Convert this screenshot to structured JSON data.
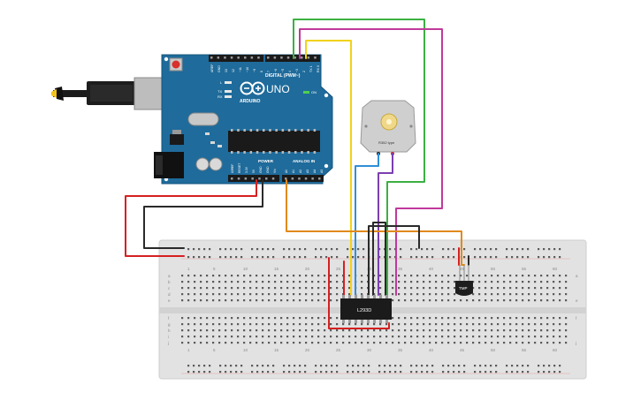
{
  "board": {
    "brand": "ARDUINO",
    "model": "UNO",
    "on_label": "ON",
    "l_label": "L",
    "tx_label": "TX",
    "rx_label": "RX",
    "digital_label": "DIGITAL (PWM~)",
    "power_label": "POWER",
    "analog_label": "ANALOG IN",
    "pin_labels_top": [
      "AREF",
      "GND",
      "13",
      "12",
      "~11",
      "~10",
      "~9",
      "8",
      "7",
      "~6",
      "~5",
      "4",
      "~3",
      "2",
      "TX 1",
      "RX 0"
    ],
    "pin_labels_power": [
      "IOREF",
      "RESET",
      "3.3V",
      "5V",
      "GND",
      "GND",
      "Vin"
    ],
    "pin_labels_analog": [
      "A0",
      "A1",
      "A2",
      "A3",
      "A4",
      "A5"
    ]
  },
  "motor": {
    "label": "R352 type"
  },
  "chip": {
    "label": "L293D"
  },
  "sensor": {
    "label": "TMP"
  },
  "breadboard": {
    "column_numbers": [
      "1",
      "5",
      "10",
      "15",
      "20",
      "25",
      "30",
      "35",
      "40",
      "45",
      "50",
      "55",
      "60"
    ],
    "row_letters_top": [
      "a",
      "b",
      "c",
      "d",
      "e"
    ],
    "row_letters_bottom": [
      "f",
      "g",
      "h",
      "i",
      "j"
    ]
  },
  "colors": {
    "board": "#1f6b9b",
    "breadboard": "#e2e2e2",
    "wire_red": "#d62020",
    "wire_black": "#2a2a2a",
    "wire_green": "#3cb043",
    "wire_magenta": "#c0399a",
    "wire_yellow": "#f2d21a",
    "wire_blue": "#2f8fd6",
    "wire_purple": "#7b3fb0",
    "wire_orange": "#e08a1c"
  }
}
